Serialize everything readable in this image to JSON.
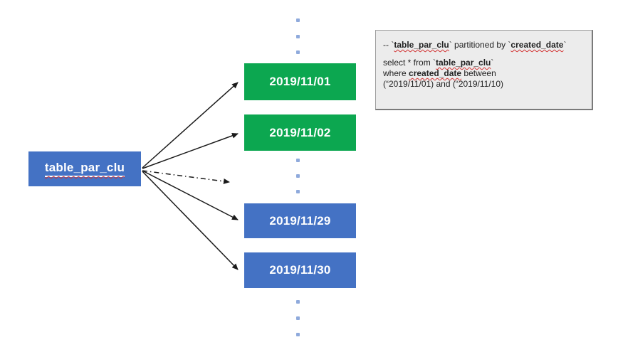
{
  "diagram": {
    "source": {
      "label": "table_par_clu",
      "color": "#4472C4"
    },
    "partitions": [
      {
        "label": "2019/11/01",
        "color": "#0CA750"
      },
      {
        "label": "2019/11/02",
        "color": "#0CA750"
      },
      {
        "label": "2019/11/29",
        "color": "#4472C4"
      },
      {
        "label": "2019/11/30",
        "color": "#4472C4"
      }
    ],
    "ellipsis_dot_color": "#8FAADC",
    "arrow_color": "#1a1a1a"
  },
  "codebox": {
    "background": "#ECECEC",
    "border_color": "#7a7a7a",
    "lines": [
      {
        "segments": [
          {
            "text": "-- `"
          },
          {
            "text": "table_par_clu"
          },
          {
            "text": "` partitioned by `"
          },
          {
            "text": "created_date"
          },
          {
            "text": "`"
          }
        ]
      },
      {
        "segments": [
          {
            "text": "select * from `"
          },
          {
            "text": "table_par_clu"
          },
          {
            "text": "`"
          }
        ]
      },
      {
        "segments": [
          {
            "text": "where "
          },
          {
            "text": "created_date"
          },
          {
            "text": " between"
          }
        ]
      },
      {
        "segments": [
          {
            "text": "(“2019/11/01) and (“2019/11/10)"
          }
        ]
      }
    ]
  }
}
